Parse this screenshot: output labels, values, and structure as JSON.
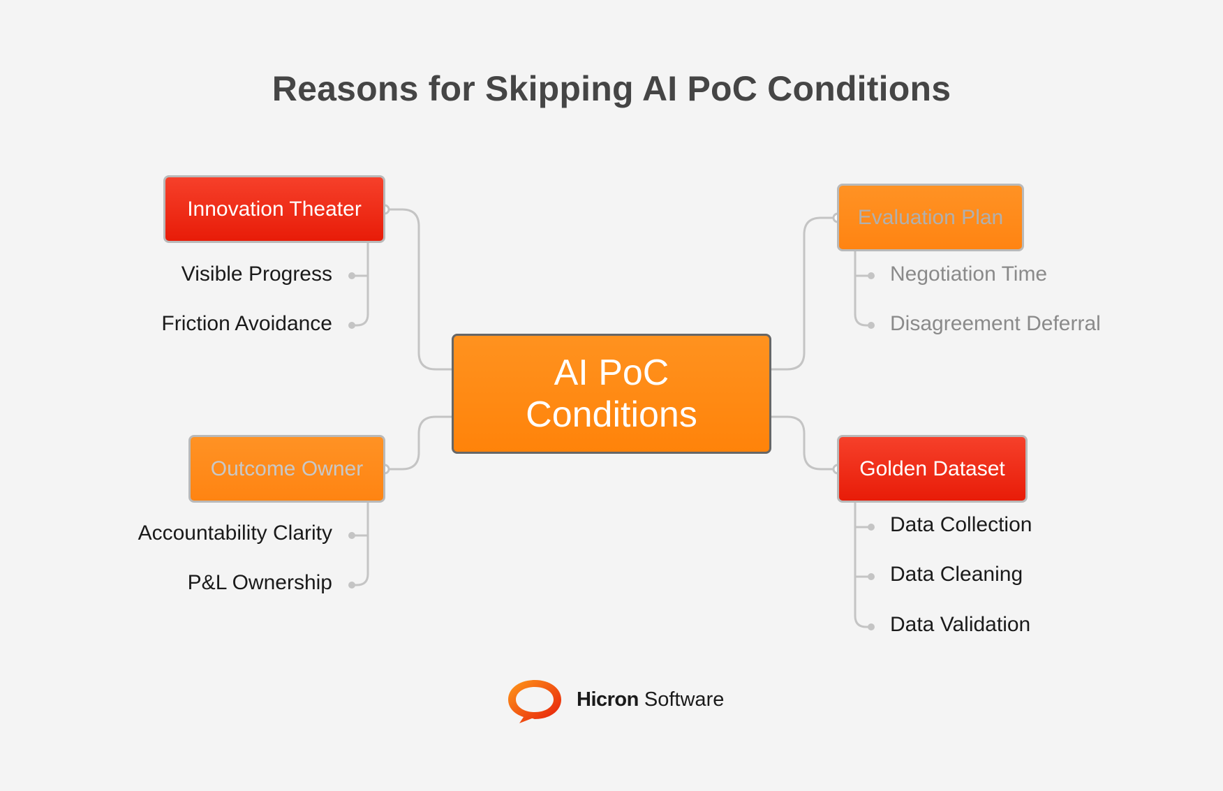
{
  "title": "Reasons for Skipping AI PoC Conditions",
  "center": {
    "label": "AI PoC Conditions"
  },
  "branches": {
    "innovation_theater": {
      "label": "Innovation Theater",
      "children": [
        "Visible Progress",
        "Friction Avoidance"
      ]
    },
    "outcome_owner": {
      "label": "Outcome Owner",
      "children": [
        "Accountability Clarity",
        "P&L Ownership"
      ]
    },
    "evaluation_plan": {
      "label": "Evaluation Plan",
      "children": [
        "Negotiation Time",
        "Disagreement Deferral"
      ]
    },
    "golden_dataset": {
      "label": "Golden Dataset",
      "children": [
        "Data Collection",
        "Data Cleaning",
        "Data Validation"
      ]
    }
  },
  "brand": {
    "bold": "Hicron",
    "regular": "Software"
  },
  "colors": {
    "red_node": "#ee2c14",
    "orange_node": "#ff8a18",
    "connector": "#c4c4c4",
    "background": "#f4f4f4"
  }
}
